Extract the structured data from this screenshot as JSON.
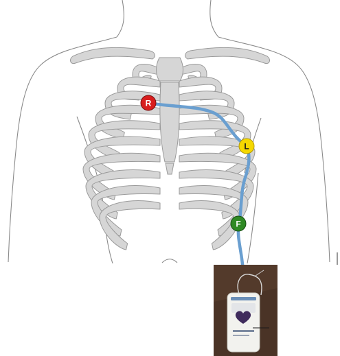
{
  "electrodes": [
    {
      "id": "right-arm",
      "label": "R",
      "color": "#d81e1e",
      "text_color": "#ffffff"
    },
    {
      "id": "left-arm",
      "label": "L",
      "color": "#f5d800",
      "text_color": "#1a1a1a"
    },
    {
      "id": "foot",
      "label": "F",
      "color": "#2f8a24",
      "text_color": "#ffffff"
    }
  ],
  "colors": {
    "lead_wire": "#6a9fd0",
    "rib_fill": "#d6d6d6",
    "rib_stroke": "#9a9a9a",
    "body_outline": "#8a8a8a",
    "device_photo_bg": "#4a3326",
    "device_body": "#f2f2ee",
    "device_heart": "#3f2b5c"
  },
  "icons": [
    "heart-icon"
  ]
}
